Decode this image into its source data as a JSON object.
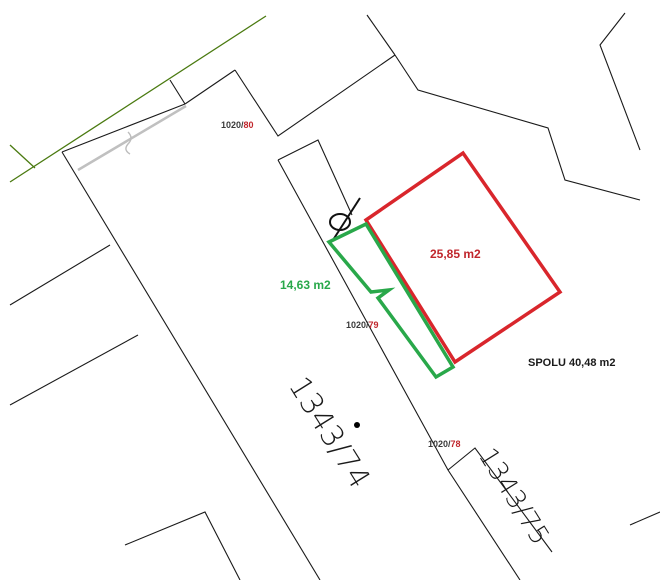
{
  "map": {
    "colors": {
      "background": "#ffffff",
      "boundary": "#1a1a1a",
      "highlight_red": "#d9262c",
      "highlight_green": "#29a84a",
      "road_edge": "#4a7a10",
      "fence": "#c0c0c0",
      "label_gray": "#3a3a3a",
      "label_red": "#c0262c"
    },
    "area_labels": {
      "red_area": "25,85 m2",
      "green_area": "14,63 m2",
      "total": "SPOLU 40,48 m2"
    },
    "parcel_refs": [
      {
        "base": "1020/",
        "suffix": "80"
      },
      {
        "base": "1020/",
        "suffix": "79"
      },
      {
        "base": "1020/",
        "suffix": "78"
      }
    ],
    "parcel_numbers": {
      "main": "1343/74",
      "strip": "1343/75"
    }
  }
}
